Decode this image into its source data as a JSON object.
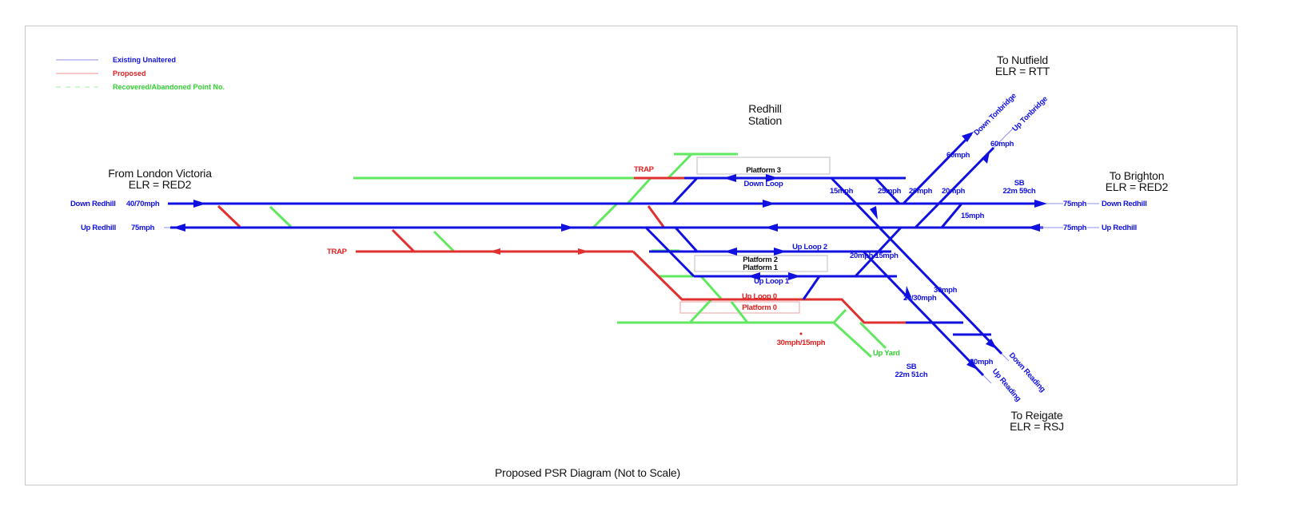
{
  "legend": {
    "items": [
      {
        "label": "Existing Unaltered",
        "color": "#1010e0",
        "style": "solid"
      },
      {
        "label": "Proposed",
        "color": "#e02020",
        "style": "solid"
      },
      {
        "label": "Recovered/Abandoned Point No.",
        "color": "#30d030",
        "style": "dashed"
      }
    ]
  },
  "station": {
    "line1": "Redhill",
    "line2": "Station"
  },
  "destinations": {
    "london": {
      "name": "From London Victoria",
      "elr": "ELR  = RED2"
    },
    "nutfield": {
      "name": "To Nutfield",
      "elr": "ELR  = RTT"
    },
    "brighton": {
      "name": "To Brighton",
      "elr": "ELR  = RED2"
    },
    "reigate": {
      "name": "To Reigate",
      "elr": "ELR  = RSJ"
    }
  },
  "tracks": {
    "down_redhill_left": "Down Redhill",
    "down_redhill_left_speed": "40/70mph",
    "up_redhill_left": "Up Redhill",
    "up_redhill_left_speed": "75mph",
    "down_redhill_right": "Down Redhill",
    "down_redhill_right_speed": "75mph",
    "up_redhill_right": "Up Redhill",
    "up_redhill_right_speed": "75mph",
    "down_loop": "Down Loop",
    "up_loop_2": "Up Loop 2",
    "up_loop_1": "Up Loop 1",
    "up_loop_0": "Up Loop 0",
    "down_tonbridge": "Down Tonbridge",
    "up_tonbridge": "Up Tonbridge",
    "down_reading": "Down Reading",
    "up_reading": "Up Reading",
    "up_yard": "Up Yard"
  },
  "platforms": {
    "p3": "Platform 3",
    "p2": "Platform 2",
    "p1": "Platform 1",
    "p0": "Platform 0"
  },
  "traps": {
    "upper": "TRAP",
    "lower": "TRAP"
  },
  "speeds": {
    "s15_down_loop": "15mph",
    "s25": "25mph",
    "s20_a": "20mph",
    "s20_b": "20mph",
    "s60_down_tonbridge": "60mph",
    "s60_up_tonbridge": "60mph",
    "s15_up": "15mph",
    "s20_15": "20mph 15mph",
    "s30_down_reading": "30mph",
    "s20_30": "20/30mph",
    "s30_up_reading": "30mph",
    "s30_15_red": "30mph/15mph"
  },
  "signal_boxes": {
    "sb_right": {
      "label": "SB",
      "mileage": "22m 59ch"
    },
    "sb_bottom": {
      "label": "SB",
      "mileage": "22m 51ch"
    }
  },
  "title": "Proposed PSR Diagram (Not to Scale)",
  "colors": {
    "existing": "#1010e0",
    "proposed": "#e02020",
    "recovered": "#30d030"
  }
}
